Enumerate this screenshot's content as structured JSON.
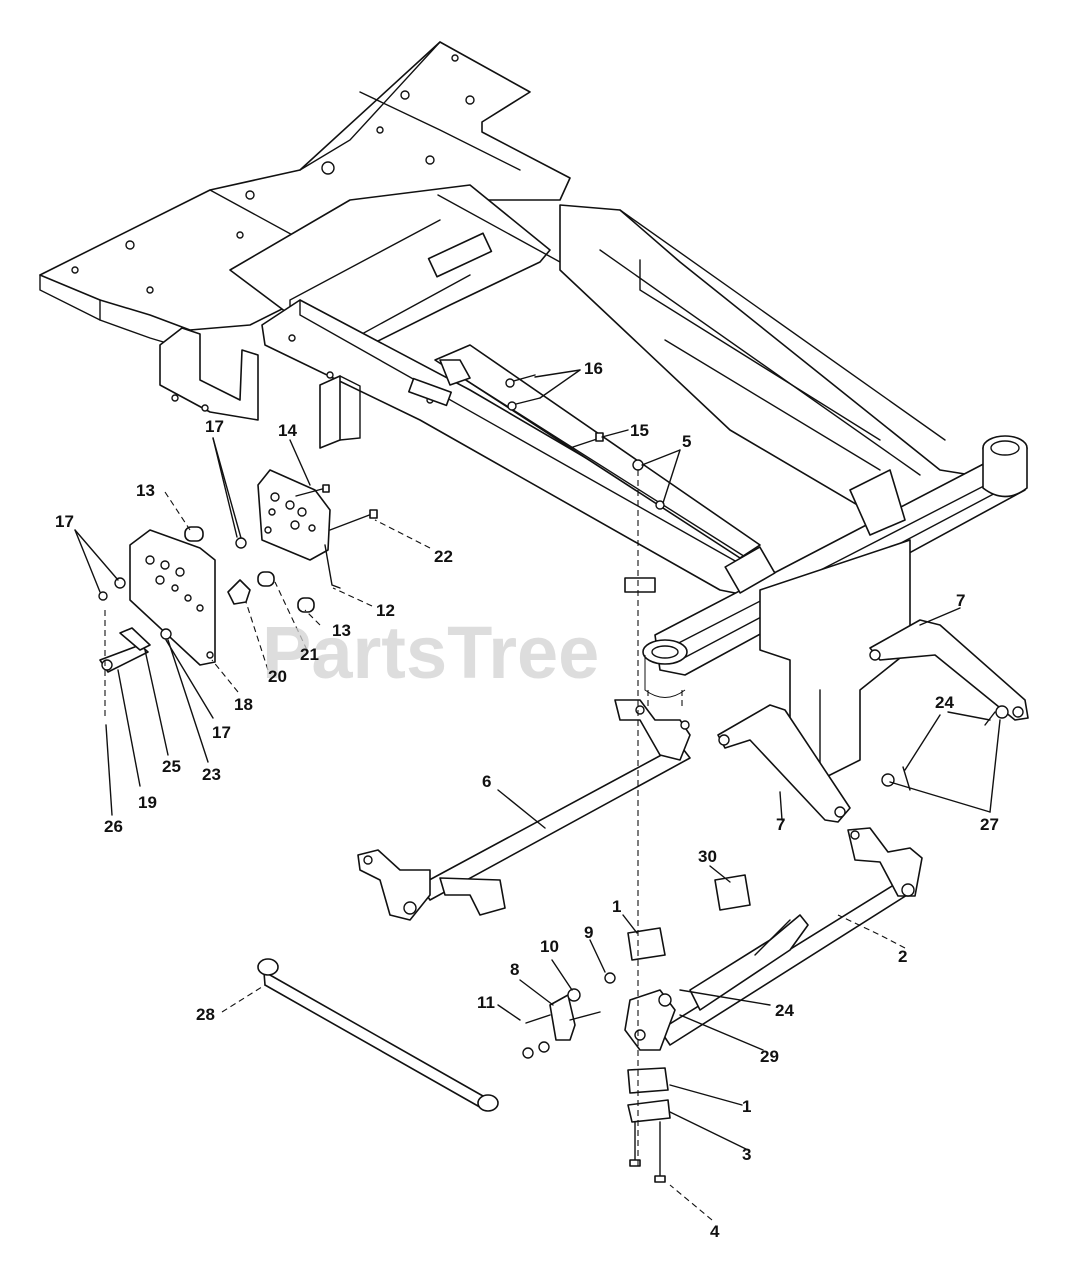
{
  "watermark": "PartsTree",
  "callouts": [
    {
      "id": "c1a",
      "label": "1"
    },
    {
      "id": "c1b",
      "label": "1"
    },
    {
      "id": "c2",
      "label": "2"
    },
    {
      "id": "c3",
      "label": "3"
    },
    {
      "id": "c4",
      "label": "4"
    },
    {
      "id": "c5",
      "label": "5"
    },
    {
      "id": "c6",
      "label": "6"
    },
    {
      "id": "c7a",
      "label": "7"
    },
    {
      "id": "c7b",
      "label": "7"
    },
    {
      "id": "c8",
      "label": "8"
    },
    {
      "id": "c9",
      "label": "9"
    },
    {
      "id": "c10",
      "label": "10"
    },
    {
      "id": "c11",
      "label": "11"
    },
    {
      "id": "c12",
      "label": "12"
    },
    {
      "id": "c13a",
      "label": "13"
    },
    {
      "id": "c13b",
      "label": "13"
    },
    {
      "id": "c14",
      "label": "14"
    },
    {
      "id": "c15",
      "label": "15"
    },
    {
      "id": "c16",
      "label": "16"
    },
    {
      "id": "c17a",
      "label": "17"
    },
    {
      "id": "c17b",
      "label": "17"
    },
    {
      "id": "c17c",
      "label": "17"
    },
    {
      "id": "c18",
      "label": "18"
    },
    {
      "id": "c19",
      "label": "19"
    },
    {
      "id": "c20",
      "label": "20"
    },
    {
      "id": "c21",
      "label": "21"
    },
    {
      "id": "c22",
      "label": "22"
    },
    {
      "id": "c23",
      "label": "23"
    },
    {
      "id": "c24a",
      "label": "24"
    },
    {
      "id": "c24b",
      "label": "24"
    },
    {
      "id": "c25",
      "label": "25"
    },
    {
      "id": "c26",
      "label": "26"
    },
    {
      "id": "c27",
      "label": "27"
    },
    {
      "id": "c28",
      "label": "28"
    },
    {
      "id": "c29",
      "label": "29"
    },
    {
      "id": "c30",
      "label": "30"
    }
  ]
}
